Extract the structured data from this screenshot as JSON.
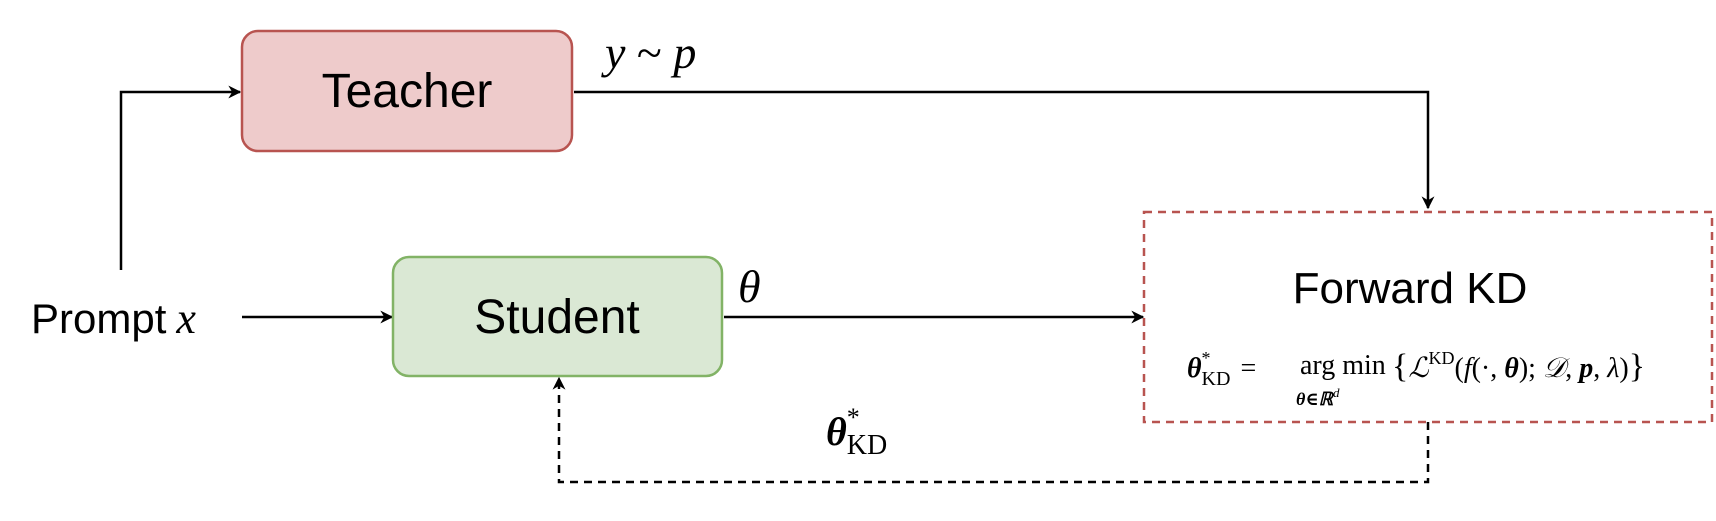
{
  "nodes": {
    "teacher": {
      "label": "Teacher",
      "fill": "#eecbcb",
      "stroke": "#b85450"
    },
    "student": {
      "label": "Student",
      "fill": "#dae8d4",
      "stroke": "#82b366"
    },
    "forward_kd": {
      "title": "Forward KD",
      "stroke": "#b85450",
      "formula": {
        "theta": "θ",
        "star": "*",
        "kd_sub": "KD",
        "equals": "=",
        "argmin": "arg min",
        "argmin_sub": "θ∈ℝ",
        "argmin_sub_exp": "d",
        "lbrace": "{",
        "loss": "ℒ",
        "loss_sup": "KD",
        "args_open": "(",
        "f": "f",
        "f_args_open": "(·, ",
        "f_theta": "θ",
        "f_args_close": "); ",
        "dataset": "𝒟",
        "comma1": ", ",
        "p": "p",
        "comma2": ", ",
        "lambda": "λ",
        "args_close": ")",
        "rbrace": "}"
      }
    },
    "prompt": {
      "label": "Prompt",
      "var": "x"
    }
  },
  "edges": {
    "teacher_output": {
      "label_y": "y",
      "label_tilde": " ~ ",
      "label_p": "p"
    },
    "student_output": {
      "label": "θ"
    },
    "feedback": {
      "theta": "θ",
      "star": "*",
      "sub": "KD"
    }
  },
  "colors": {
    "line": "#000000"
  }
}
